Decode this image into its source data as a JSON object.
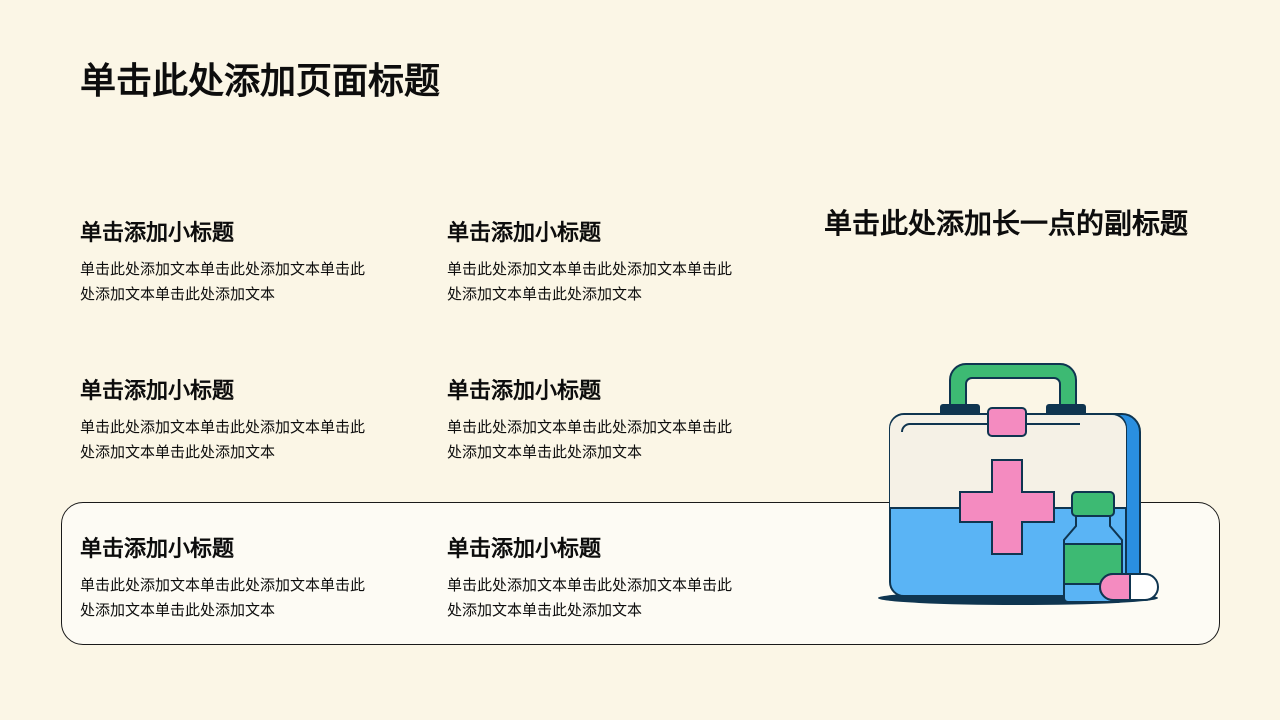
{
  "page": {
    "title": "单击此处添加页面标题",
    "subtitle": "单击此处添加长一点的副标题"
  },
  "items": [
    {
      "heading": "单击添加小标题",
      "body": "单击此处添加文本单击此处添加文本单击此处添加文本单击此处添加文本"
    },
    {
      "heading": "单击添加小标题",
      "body": "单击此处添加文本单击此处添加文本单击此处添加文本单击此处添加文本"
    },
    {
      "heading": "单击添加小标题",
      "body": "单击此处添加文本单击此处添加文本单击此处添加文本单击此处添加文本"
    },
    {
      "heading": "单击添加小标题",
      "body": "单击此处添加文本单击此处添加文本单击此处添加文本单击此处添加文本"
    },
    {
      "heading": "单击添加小标题",
      "body": "单击此处添加文本单击此处添加文本单击此处添加文本单击此处添加文本"
    },
    {
      "heading": "单击添加小标题",
      "body": "单击此处添加文本单击此处添加文本单击此处添加文本单击此处添加文本"
    }
  ],
  "illustration": {
    "icon": "first-aid-kit-icon",
    "colors": {
      "background": "#fbf6e6",
      "handle": "#3dba73",
      "kit_top": "#f5f1e6",
      "kit_bottom": "#5ab4f5",
      "kit_side": "#2a8fe0",
      "cross": "#f48bc0",
      "bottle_cap": "#3dba73",
      "pill": "#f48bc0",
      "outline": "#0f3550"
    }
  }
}
